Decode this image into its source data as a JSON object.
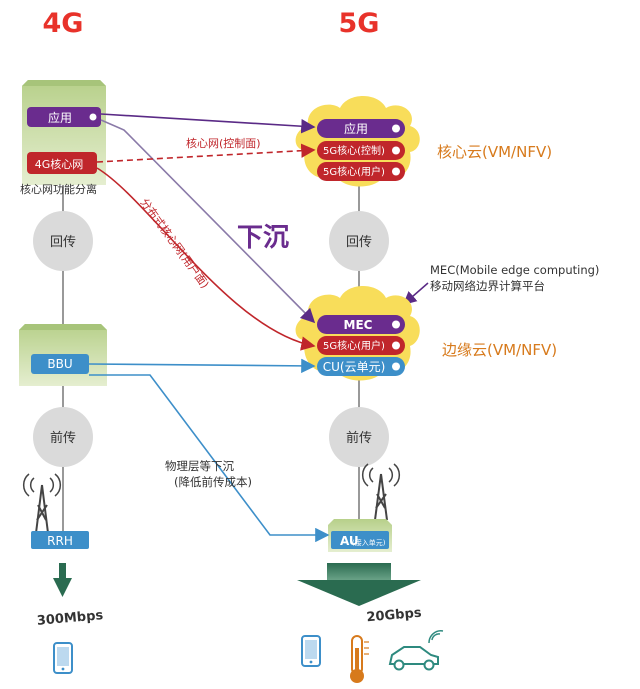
{
  "headers": {
    "left": "4G",
    "right": "5G"
  },
  "left": {
    "app": "应用",
    "core": "4G核心网",
    "core_sep": "核心网功能分离",
    "backhaul": "回传",
    "bbu": "BBU",
    "fronthaul": "前传",
    "rrh": "RRH",
    "rate": "300Mbps"
  },
  "right": {
    "core_cloud": {
      "app": "应用",
      "ctrl": "5G核心(控制)",
      "user": "5G核心(用户)",
      "label": "核心云(VM/NFV)"
    },
    "backhaul": "回传",
    "sink": "下沉",
    "mec_note_line1": "MEC(Mobile edge computing)",
    "mec_note_line2": "移动网络边界计算平台",
    "edge_cloud": {
      "mec": "MEC",
      "user": "5G核心(用户)",
      "cu": "CU(云单元)",
      "label": "边缘云(VM/NFV)"
    },
    "fronthaul": "前传",
    "au": "AU",
    "au_sub": "(接入单元)",
    "rate": "20Gbps"
  },
  "annotations": {
    "core_ctrl_plane": "核心网(控制面)",
    "distributed_core": "分布式核心网(用户面)",
    "phy_sink_line1": "物理层等下沉",
    "phy_sink_line2": "(降低前传成本)"
  },
  "colors": {
    "red": "#e8322a",
    "orange": "#d77a1c",
    "purple": "#6a2c8e",
    "blue": "#3d8fc9",
    "dark_red": "#c0262b",
    "green": "#2a6b50",
    "cloud": "#f8dd5a"
  },
  "icons": [
    "phone-icon",
    "phone-icon",
    "thermometer-icon",
    "car-icon",
    "antenna-icon"
  ]
}
